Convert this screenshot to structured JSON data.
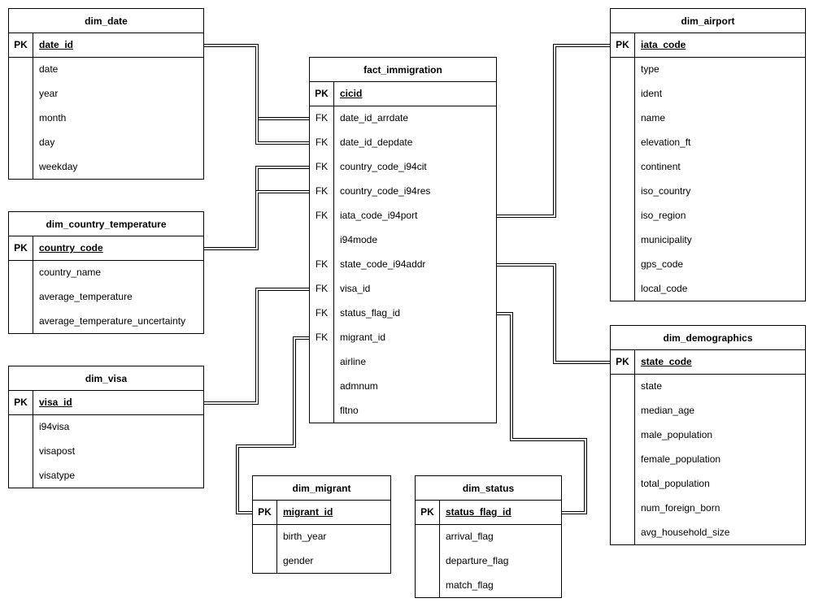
{
  "tables": {
    "dim_date": {
      "title": "dim_date",
      "pk": {
        "key": "PK",
        "name": "date_id"
      },
      "fields": [
        {
          "key": "",
          "name": "date"
        },
        {
          "key": "",
          "name": "year"
        },
        {
          "key": "",
          "name": "month"
        },
        {
          "key": "",
          "name": "day"
        },
        {
          "key": "",
          "name": "weekday"
        }
      ]
    },
    "dim_country_temperature": {
      "title": "dim_country_temperature",
      "pk": {
        "key": "PK",
        "name": "country_code"
      },
      "fields": [
        {
          "key": "",
          "name": "country_name"
        },
        {
          "key": "",
          "name": "average_temperature"
        },
        {
          "key": "",
          "name": "average_temperature_uncertainty"
        }
      ]
    },
    "dim_visa": {
      "title": "dim_visa",
      "pk": {
        "key": "PK",
        "name": "visa_id"
      },
      "fields": [
        {
          "key": "",
          "name": "i94visa"
        },
        {
          "key": "",
          "name": "visapost"
        },
        {
          "key": "",
          "name": "visatype"
        }
      ]
    },
    "fact_immigration": {
      "title": "fact_immigration",
      "pk": {
        "key": "PK",
        "name": "cicid"
      },
      "fields": [
        {
          "key": "FK",
          "name": "date_id_arrdate"
        },
        {
          "key": "FK",
          "name": "date_id_depdate"
        },
        {
          "key": "FK",
          "name": "country_code_i94cit"
        },
        {
          "key": "FK",
          "name": "country_code_i94res"
        },
        {
          "key": "FK",
          "name": "iata_code_i94port"
        },
        {
          "key": "",
          "name": "i94mode"
        },
        {
          "key": "FK",
          "name": "state_code_i94addr"
        },
        {
          "key": "FK",
          "name": "visa_id"
        },
        {
          "key": "FK",
          "name": "status_flag_id"
        },
        {
          "key": "FK",
          "name": "migrant_id"
        },
        {
          "key": "",
          "name": "airline"
        },
        {
          "key": "",
          "name": "admnum"
        },
        {
          "key": "",
          "name": "fltno"
        }
      ]
    },
    "dim_airport": {
      "title": "dim_airport",
      "pk": {
        "key": "PK",
        "name": "iata_code"
      },
      "fields": [
        {
          "key": "",
          "name": "type"
        },
        {
          "key": "",
          "name": "ident"
        },
        {
          "key": "",
          "name": "name"
        },
        {
          "key": "",
          "name": "elevation_ft"
        },
        {
          "key": "",
          "name": "continent"
        },
        {
          "key": "",
          "name": "iso_country"
        },
        {
          "key": "",
          "name": "iso_region"
        },
        {
          "key": "",
          "name": "municipality"
        },
        {
          "key": "",
          "name": "gps_code"
        },
        {
          "key": "",
          "name": "local_code"
        }
      ]
    },
    "dim_demographics": {
      "title": "dim_demographics",
      "pk": {
        "key": "PK",
        "name": "state_code"
      },
      "fields": [
        {
          "key": "",
          "name": "state"
        },
        {
          "key": "",
          "name": "median_age"
        },
        {
          "key": "",
          "name": "male_population"
        },
        {
          "key": "",
          "name": "female_population"
        },
        {
          "key": "",
          "name": "total_population"
        },
        {
          "key": "",
          "name": "num_foreign_born"
        },
        {
          "key": "",
          "name": "avg_household_size"
        }
      ]
    },
    "dim_migrant": {
      "title": "dim_migrant",
      "pk": {
        "key": "PK",
        "name": "migrant_id"
      },
      "fields": [
        {
          "key": "",
          "name": "birth_year"
        },
        {
          "key": "",
          "name": "gender"
        }
      ]
    },
    "dim_status": {
      "title": "dim_status",
      "pk": {
        "key": "PK",
        "name": "status_flag_id"
      },
      "fields": [
        {
          "key": "",
          "name": "arrival_flag"
        },
        {
          "key": "",
          "name": "departure_flag"
        },
        {
          "key": "",
          "name": "match_flag"
        }
      ]
    }
  }
}
